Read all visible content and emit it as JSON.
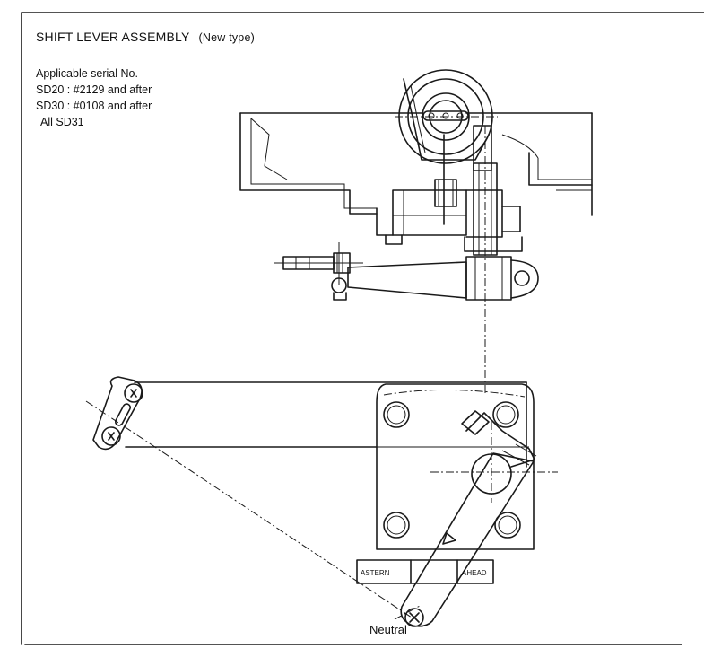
{
  "title": {
    "main": "SHIFT LEVER ASSEMBLY",
    "sub": "(New type)"
  },
  "serial_info": {
    "heading": "Applicable serial No.",
    "lines": [
      "SD20 : #2129 and after",
      "SD30 : #0108 and after",
      "All SD31"
    ]
  },
  "labels": {
    "astern": "ASTERN",
    "ahead": "AHEAD",
    "neutral": "Neutral"
  }
}
